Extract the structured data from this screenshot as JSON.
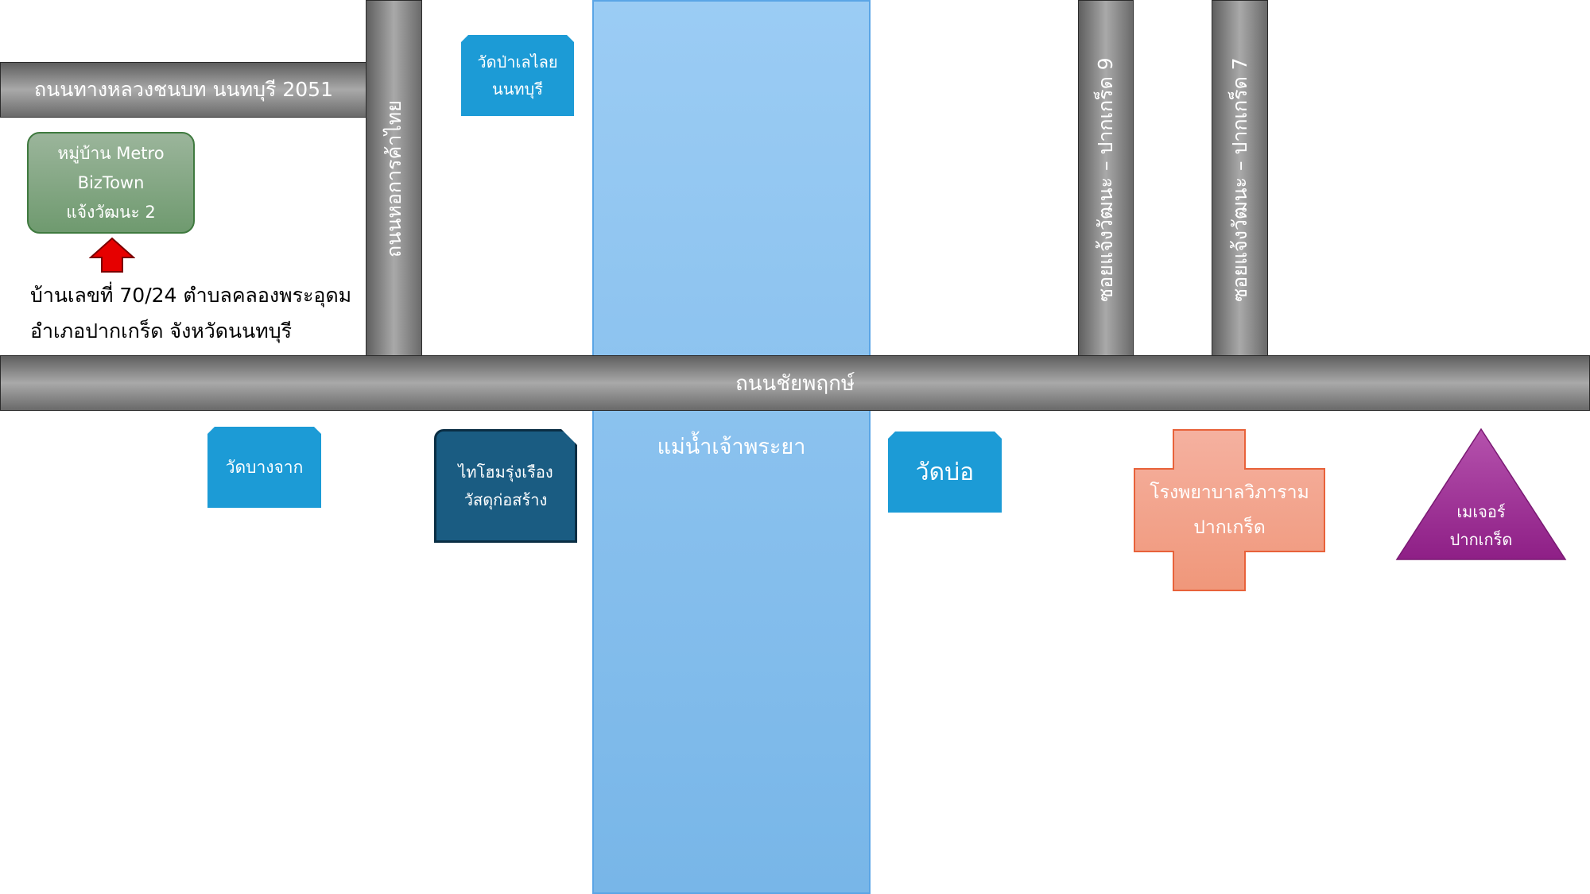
{
  "roads": {
    "highway_2051": "ถนนทางหลวงชนบท นนทบุรี 2051",
    "hor_kan_kha_thai": "ถนนหอการค้าไทย",
    "chaengwattana_9": "ซอยแจ้งวัฒนะ – ปากเกร็ด 9",
    "chaengwattana_7": "ซอยแจ้งวัฒนะ – ปากเกร็ด 7",
    "chaiyaphruek": "ถนนชัยพฤกษ์"
  },
  "river": {
    "label": "แม่น้ำเจ้าพระยา"
  },
  "landmarks": {
    "village": {
      "line1": "หมู่บ้าน Metro",
      "line2": "BizTown",
      "line3": "แจ้งวัฒนะ 2"
    },
    "wat_pa_lelai": {
      "line1": "วัดป่าเลไลย",
      "line2": "นนทบุรี"
    },
    "wat_bang_chak": {
      "label": "วัดบางจาก"
    },
    "thai_home": {
      "line1": "ไทโฮมรุ่งเรือง",
      "line2": "วัสดุก่อสร้าง"
    },
    "wat_bo": {
      "label": "วัดบ่อ"
    },
    "hospital": {
      "line1": "โรงพยาบาลวิภาราม",
      "line2": "ปากเกร็ด"
    },
    "major": {
      "line1": "เมเจอร์",
      "line2": "ปากเกร็ด"
    }
  },
  "address": {
    "line1": "บ้านเลขที่ 70/24 ตำบลคลองพระอุดม",
    "line2": "อำเภอปากเกร็ด จังหวัดนนทบุรี"
  },
  "colors": {
    "road": "#8c8c8c",
    "river": "#8dc3f0",
    "temple": "#1c9bd6",
    "tile_shop": "#1a5c82",
    "village": "#7fa67f",
    "hospital": "#f2a58c",
    "major": "#9c2a94",
    "arrow": "#e60000"
  },
  "icons": {
    "location_marker": "red-up-arrow-icon"
  }
}
